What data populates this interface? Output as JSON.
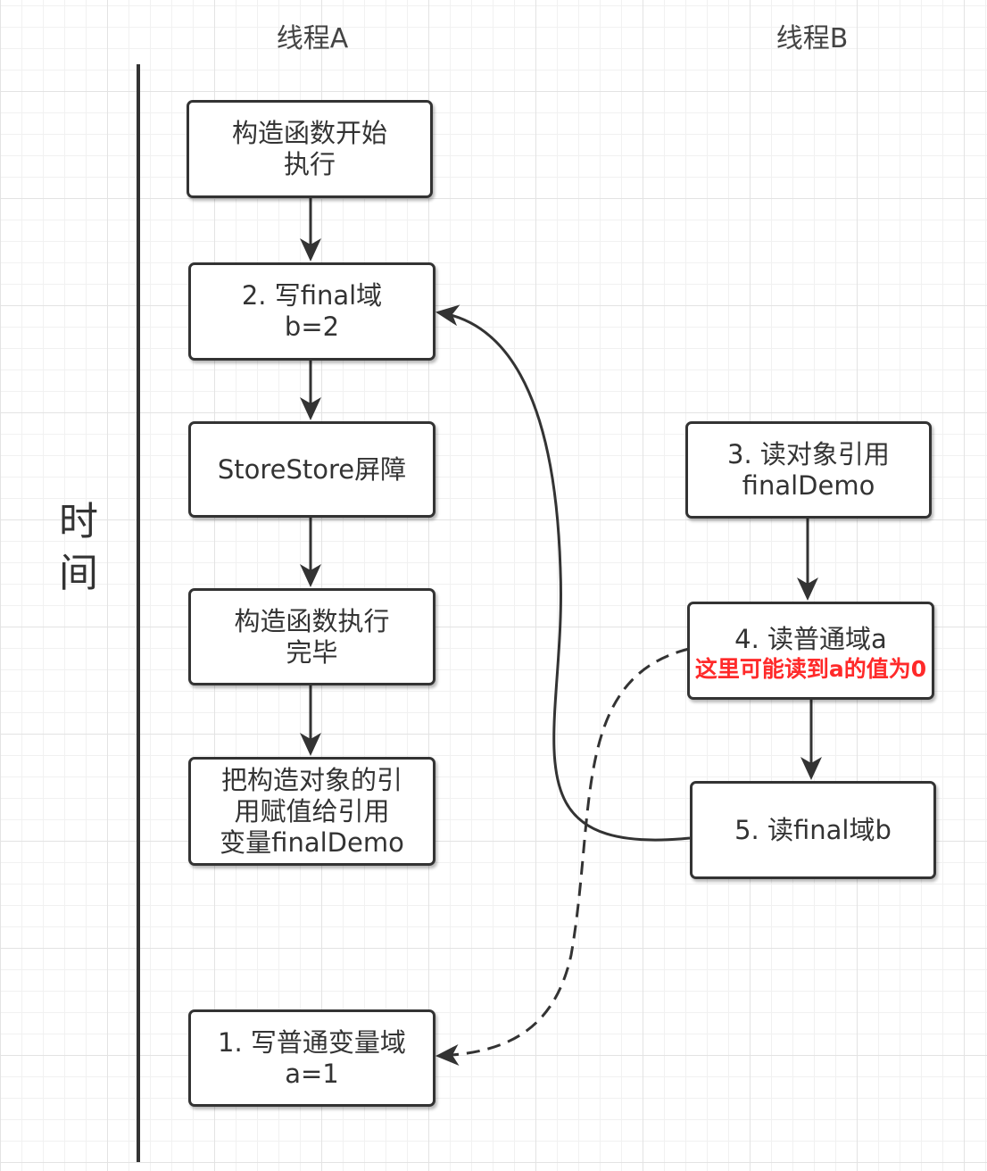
{
  "lanes": {
    "a_title": "线程A",
    "b_title": "线程B"
  },
  "time_axis": {
    "char1": "时",
    "char2": "间"
  },
  "thread_a": {
    "box_construct_start": {
      "line1": "构造函数开始",
      "line2": "执行"
    },
    "box_write_final": {
      "line1": "2. 写final域",
      "line2": "b=2"
    },
    "box_storestore": {
      "line1": "StoreStore屏障"
    },
    "box_construct_end": {
      "line1": "构造函数执行",
      "line2": "完毕"
    },
    "box_assign_ref": {
      "line1": "把构造对象的引",
      "line2": "用赋值给引用",
      "line3": "变量finalDemo"
    },
    "box_write_normal": {
      "line1": "1. 写普通变量域",
      "line2": "a=1"
    }
  },
  "thread_b": {
    "box_read_ref": {
      "line1": "3. 读对象引用",
      "line2": "finalDemo"
    },
    "box_read_normal": {
      "line1": "4. 读普通域a",
      "note": "这里可能读到a的值为0"
    },
    "box_read_final": {
      "line1": "5. 读final域b"
    }
  },
  "colors": {
    "stroke": "#333333",
    "text": "#333333",
    "note": "#ff2a2a",
    "grid": "#e3e3e3"
  }
}
